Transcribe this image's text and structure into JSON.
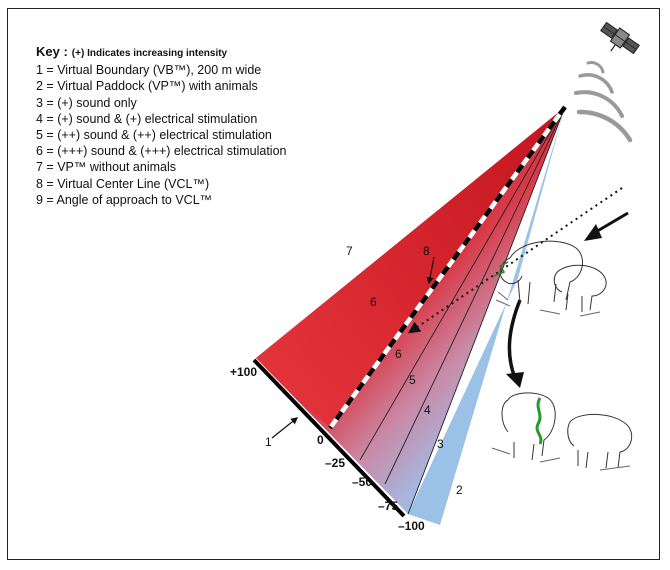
{
  "key": {
    "heading": "Key :",
    "note": "(+) Indicates increasing intensity",
    "items": [
      "1 = Virtual Boundary (VB™), 200 m wide",
      "2 = Virtual Paddock (VP™) with animals",
      "3 = (+) sound only",
      "4 = (+) sound & (+) electrical stimulation",
      "5 = (++) sound & (++) electrical stimulation",
      "6 = (+++) sound & (+++) electrical stimulation",
      "7 = VP™ without animals",
      "8 = Virtual Center Line (VCL™)",
      "9 = Angle of approach to VCL™"
    ]
  },
  "scale": {
    "top": "+100",
    "zero": "0",
    "m25": "–25",
    "m50": "–50",
    "m75": "–75",
    "m100": "–100"
  },
  "zones": {
    "z1": "1",
    "z2": "2",
    "z3": "3",
    "z4": "4",
    "z5": "5",
    "z6a": "6",
    "z6b": "6",
    "z7": "7",
    "z8": "8"
  },
  "colors": {
    "red": "#d8202a",
    "blue": "#9cc1e6",
    "frame": "#222222"
  }
}
